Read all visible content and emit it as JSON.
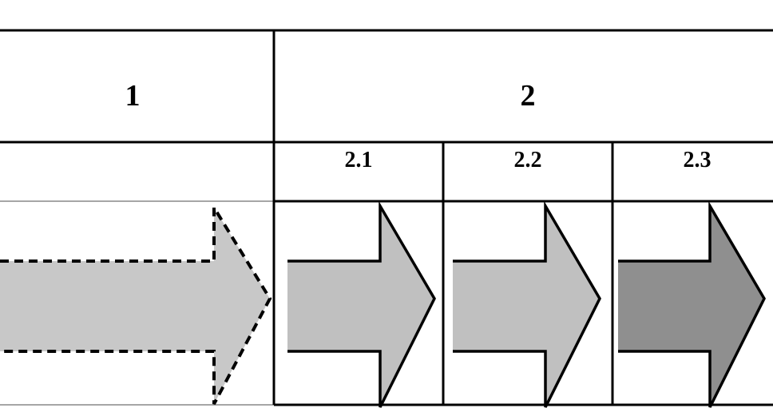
{
  "phases": {
    "phase_1": {
      "label": "1"
    },
    "phase_2": {
      "label": "2",
      "subphases": [
        {
          "label": "2.1",
          "arrow_color": "#c0c0c0"
        },
        {
          "label": "2.2",
          "arrow_color": "#c0c0c0"
        },
        {
          "label": "2.3",
          "arrow_color": "#8f8f8f"
        }
      ]
    }
  },
  "colors": {
    "phase_1_arrow": "#c8c8c8",
    "lines": "#000000"
  }
}
